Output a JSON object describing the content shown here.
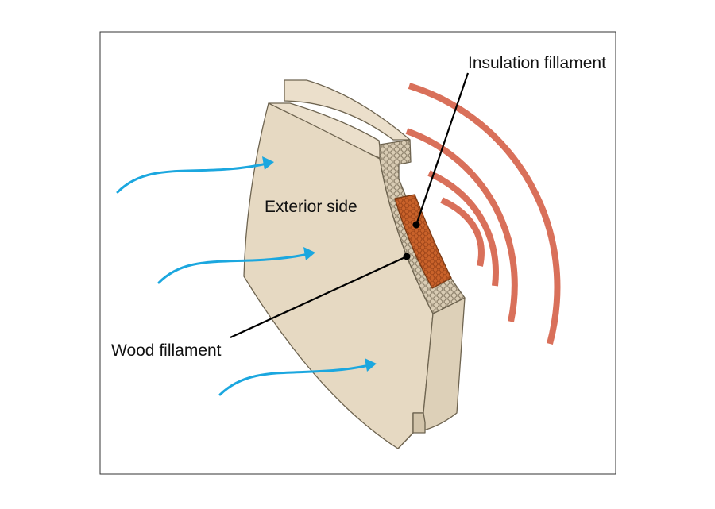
{
  "labels": {
    "insulation": "Insulation fillament",
    "exterior": "Exterior side",
    "wood": "Wood fillament"
  },
  "colors": {
    "wood_face": "#e6d9c2",
    "wood_top": "#ebdfcb",
    "wood_outline": "#6e6450",
    "wood_cross_section": "#d9ccb4",
    "insulation_core": "#c9622a",
    "heat_waves": "#d9705a",
    "air_arrows": "#1ba7df",
    "leader_lines": "#000000",
    "frame": "#333333"
  },
  "icons": {
    "air_flow": "wind-arrow-icon",
    "heat": "heat-wave-icon"
  }
}
